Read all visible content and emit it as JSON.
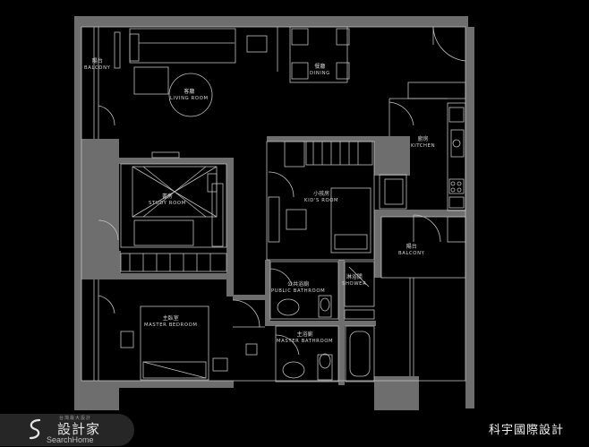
{
  "rooms": {
    "balcony_left": {
      "zh": "陽台",
      "en": "BALCONY"
    },
    "living": {
      "zh": "客廳",
      "en": "LIVING ROOM"
    },
    "dining": {
      "zh": "餐廳",
      "en": "DINING"
    },
    "kitchen": {
      "zh": "廚房",
      "en": "KITCHEN"
    },
    "study": {
      "zh": "書房",
      "en": "STUDY ROOM"
    },
    "kids": {
      "zh": "小孩房",
      "en": "KID'S ROOM"
    },
    "balcony_right": {
      "zh": "陽台",
      "en": "BALCONY"
    },
    "public_bath": {
      "zh": "公共浴廁",
      "en": "PUBLIC BATHROOM"
    },
    "shower": {
      "zh": "淋浴間",
      "en": "SHOWER"
    },
    "master_bed": {
      "zh": "主臥室",
      "en": "MASTER BEDROOM"
    },
    "master_bath": {
      "zh": "主浴廁",
      "en": "MASTER BATHROOM"
    }
  },
  "footer": {
    "logo_top": "台灣最大設計",
    "logo_main": "設計家",
    "logo_sub": "SearchHome",
    "designer": "科宇國際設計"
  },
  "colors": {
    "background": "#000000",
    "wall": "#6e6e6e",
    "line": "#bfbfbf",
    "text": "#d8d8d8"
  }
}
